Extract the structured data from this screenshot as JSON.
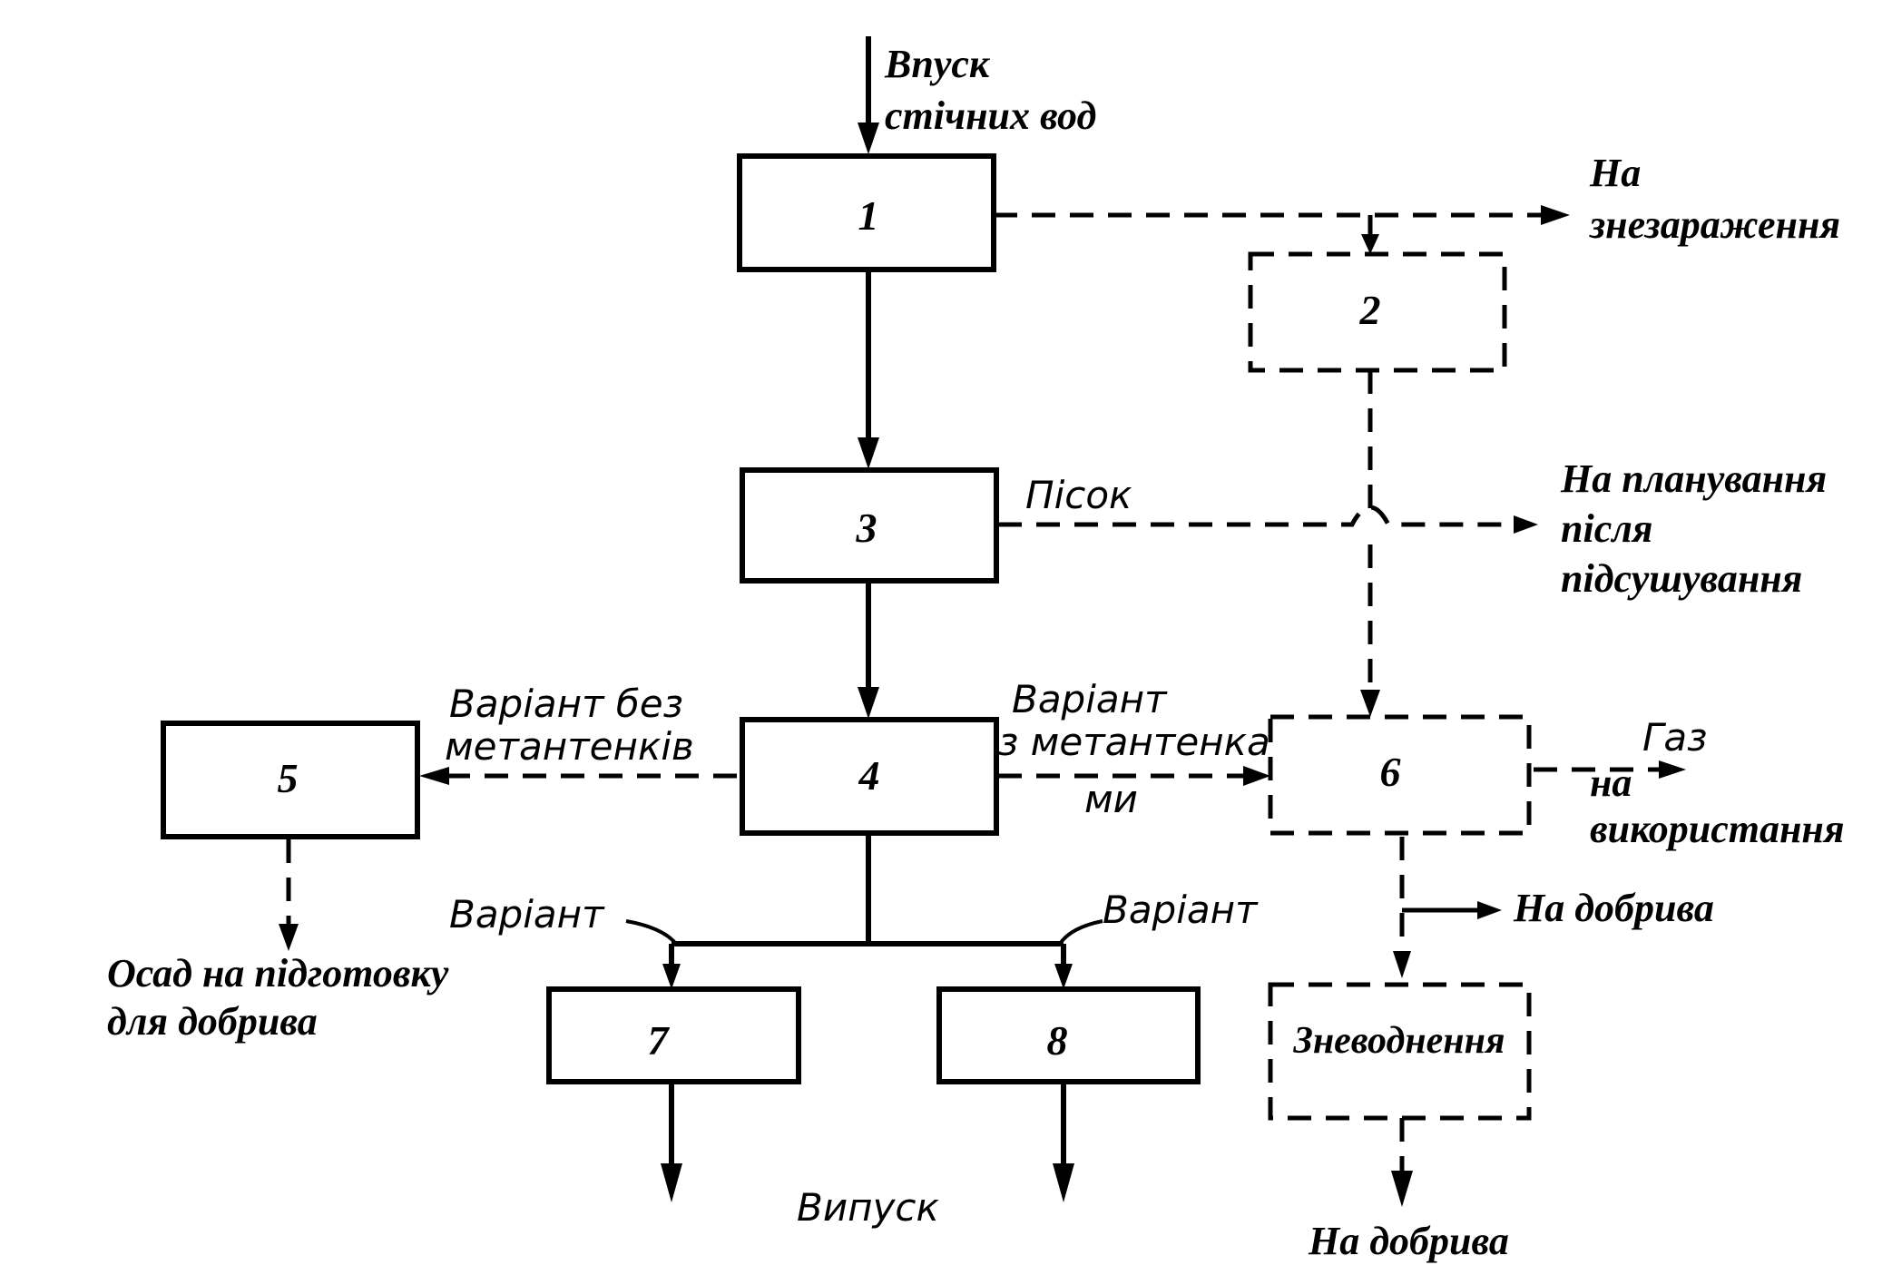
{
  "boxes": {
    "b1": "1",
    "b2": "2",
    "b3": "3",
    "b4": "4",
    "b5": "5",
    "b6": "6",
    "b7": "7",
    "b8": "8",
    "dewatering": "Зневоднення"
  },
  "labels": {
    "inlet_line1": "Впуск",
    "inlet_line2": "стічних вод",
    "disinfection_line1": "На",
    "disinfection_line2": "знезараження",
    "sand": "Пісок",
    "planning_line1": "На планування",
    "planning_line2": "після",
    "planning_line3": "підсушування",
    "variant_without_line1": "Варіант без",
    "variant_without_line2": "метантенків",
    "variant_with_line1": "Варіант",
    "variant_with_line2": "з метантенка",
    "variant_with_line3": "ми",
    "gas_line1": "Газ",
    "gas_line2": "на",
    "gas_line3": "використання",
    "fertilizer_side": "На добрива",
    "sludge_line1": "Осад на підготовку",
    "sludge_line2": "для добрива",
    "variant_left": "Варіант",
    "variant_right": "Варіант",
    "outlet": "Випуск",
    "fertilizer_bottom": "На добрива"
  }
}
